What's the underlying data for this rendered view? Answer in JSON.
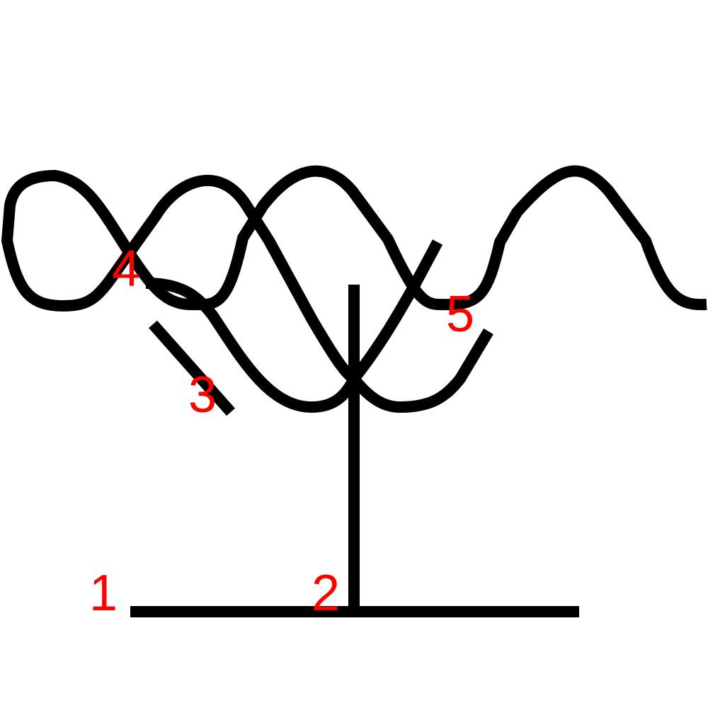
{
  "colors": {
    "background": "#ffffff",
    "stroke": "#000000",
    "label": "#ff0000"
  },
  "labels": {
    "l1": "1",
    "l2": "2",
    "l3": "3",
    "l4": "4",
    "l5": "5"
  }
}
